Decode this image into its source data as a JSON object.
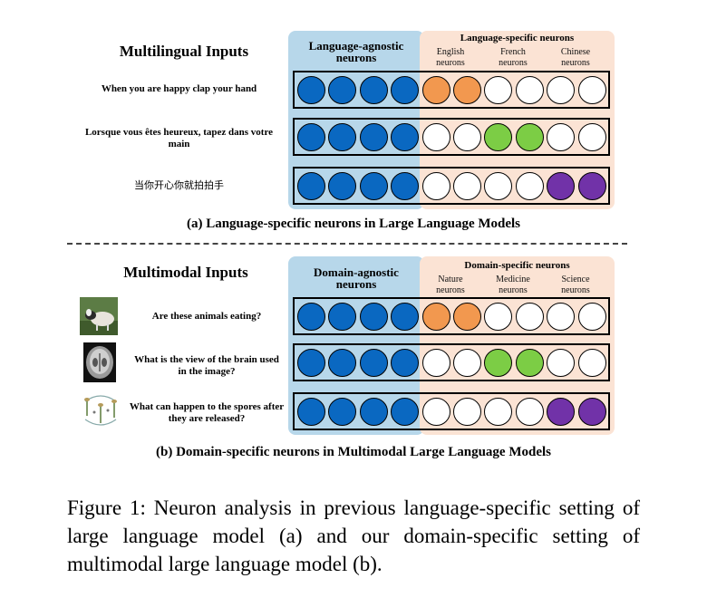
{
  "panel_a": {
    "title": "Multilingual Inputs",
    "agnostic_label": "Language-agnostic neurons",
    "specific_label": "Language-specific neurons",
    "groups": [
      "English neurons",
      "French neurons",
      "Chinese neurons"
    ],
    "inputs": [
      "When you are happy clap your hand",
      "Lorsque vous êtes heureux, tapez dans votre main",
      "当你开心你就拍拍手"
    ],
    "caption": "(a) Language-specific neurons in Large Language Models"
  },
  "panel_b": {
    "title": "Multimodal Inputs",
    "agnostic_label": "Domain-agnostic neurons",
    "specific_label": "Domain-specific neurons",
    "groups": [
      "Nature neurons",
      "Medicine neurons",
      "Science neurons"
    ],
    "inputs": [
      "Are these animals eating?",
      "What is the view of the brain used in the image?",
      "What can happen to the spores after they are released?"
    ],
    "caption": "(b) Domain-specific neurons in Multimodal Large Language Models"
  },
  "figure_caption": "Figure 1: Neuron analysis in previous language-specific setting of large language model (a) and our domain-specific setting of multimodal large language model (b).",
  "colors": {
    "agnostic": "#0a68c1",
    "group1": "#f2984f",
    "group2": "#7ccd45",
    "group3": "#7132a8",
    "inactive": "#ffffff",
    "agnostic_bg": "#b7d7ea",
    "specific_bg": "#fbe3d4"
  },
  "rows": [
    [
      "agnostic",
      "agnostic",
      "agnostic",
      "agnostic",
      "group1",
      "group1",
      "inactive",
      "inactive",
      "inactive",
      "inactive"
    ],
    [
      "agnostic",
      "agnostic",
      "agnostic",
      "agnostic",
      "inactive",
      "inactive",
      "group2",
      "group2",
      "inactive",
      "inactive"
    ],
    [
      "agnostic",
      "agnostic",
      "agnostic",
      "agnostic",
      "inactive",
      "inactive",
      "inactive",
      "inactive",
      "group3",
      "group3"
    ]
  ],
  "images": [
    "animals-photo",
    "brain-scan-image",
    "spore-lifecycle-diagram"
  ]
}
